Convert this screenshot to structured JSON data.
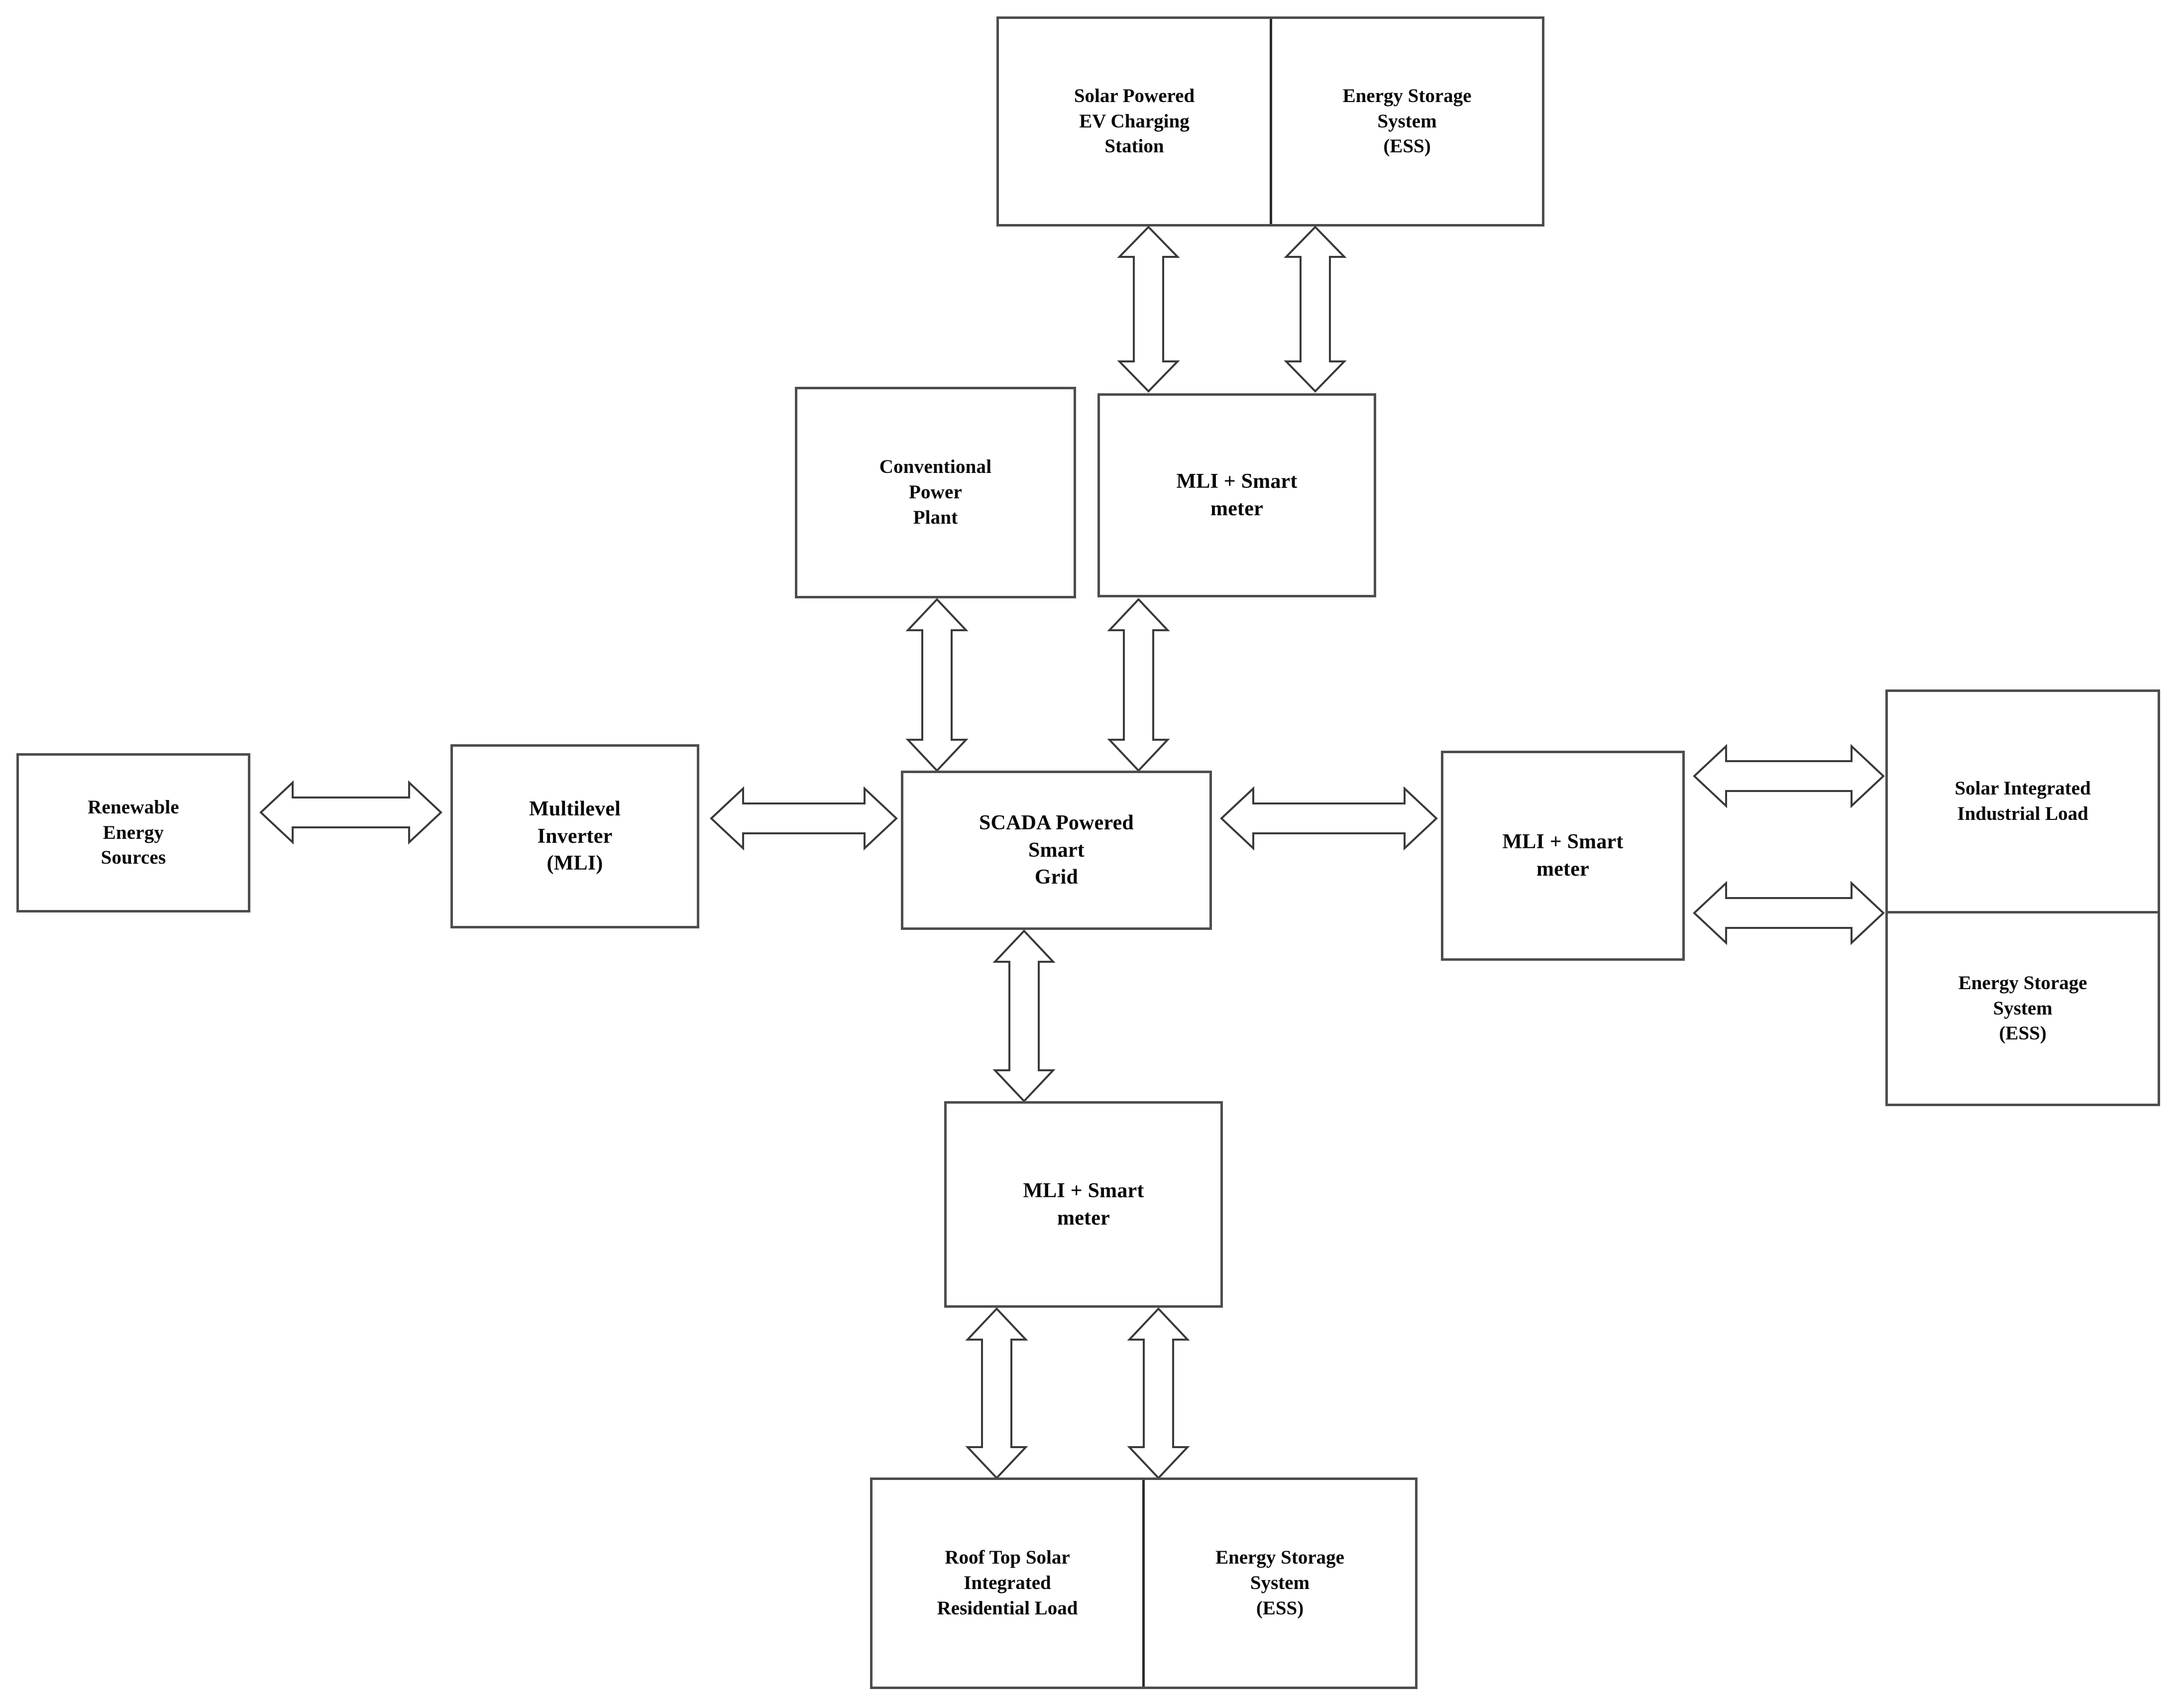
{
  "diagram": {
    "title": "SCADA Powered Smart Grid block diagram",
    "background": "#ffffff",
    "box_stroke": "#4d4d4d",
    "arrow_stroke": "#3a3a3a",
    "arrow_fill": "#ffffff",
    "text_color": "#0a0a0a"
  },
  "blocks": {
    "ev_charging_station": {
      "label": "Solar Powered\nEV Charging\nStation"
    },
    "ess_top": {
      "label": "Energy Storage\nSystem\n(ESS)"
    },
    "conventional_power_plant": {
      "label": "Conventional\nPower\nPlant"
    },
    "mli_smart_meter_top": {
      "label": "MLI + Smart\nmeter"
    },
    "renewable_energy_sources": {
      "label": "Renewable\nEnergy\nSources"
    },
    "multilevel_inverter": {
      "label": "Multilevel\nInverter\n(MLI)"
    },
    "scada_smart_grid": {
      "label": "SCADA Powered\nSmart\nGrid"
    },
    "mli_smart_meter_right": {
      "label": "MLI + Smart\nmeter"
    },
    "solar_industrial_load": {
      "label": "Solar Integrated\nIndustrial Load"
    },
    "ess_right": {
      "label": "Energy Storage\nSystem\n(ESS)"
    },
    "mli_smart_meter_bottom": {
      "label": "MLI + Smart\nmeter"
    },
    "rooftop_residential_load": {
      "label": "Roof Top Solar\nIntegrated\nResidential Load"
    },
    "ess_bottom": {
      "label": "Energy Storage\nSystem\n(ESS)"
    }
  },
  "connectors": [
    {
      "name": "ev-station-to-mli-top",
      "orientation": "vertical",
      "double_headed": true
    },
    {
      "name": "ess-top-to-mli-top",
      "orientation": "vertical",
      "double_headed": true
    },
    {
      "name": "power-plant-to-scada",
      "orientation": "vertical",
      "double_headed": true
    },
    {
      "name": "mli-top-to-scada",
      "orientation": "vertical",
      "double_headed": true
    },
    {
      "name": "renewable-to-inverter",
      "orientation": "horizontal",
      "double_headed": true
    },
    {
      "name": "inverter-to-scada",
      "orientation": "horizontal",
      "double_headed": true
    },
    {
      "name": "scada-to-mli-right",
      "orientation": "horizontal",
      "double_headed": true
    },
    {
      "name": "mli-right-to-industrial-load",
      "orientation": "horizontal",
      "double_headed": true
    },
    {
      "name": "mli-right-to-ess-right",
      "orientation": "horizontal",
      "double_headed": true
    },
    {
      "name": "scada-to-mli-bottom",
      "orientation": "vertical",
      "double_headed": true
    },
    {
      "name": "mli-bottom-to-residential-load",
      "orientation": "vertical",
      "double_headed": true
    },
    {
      "name": "mli-bottom-to-ess-bottom",
      "orientation": "vertical",
      "double_headed": true
    }
  ]
}
